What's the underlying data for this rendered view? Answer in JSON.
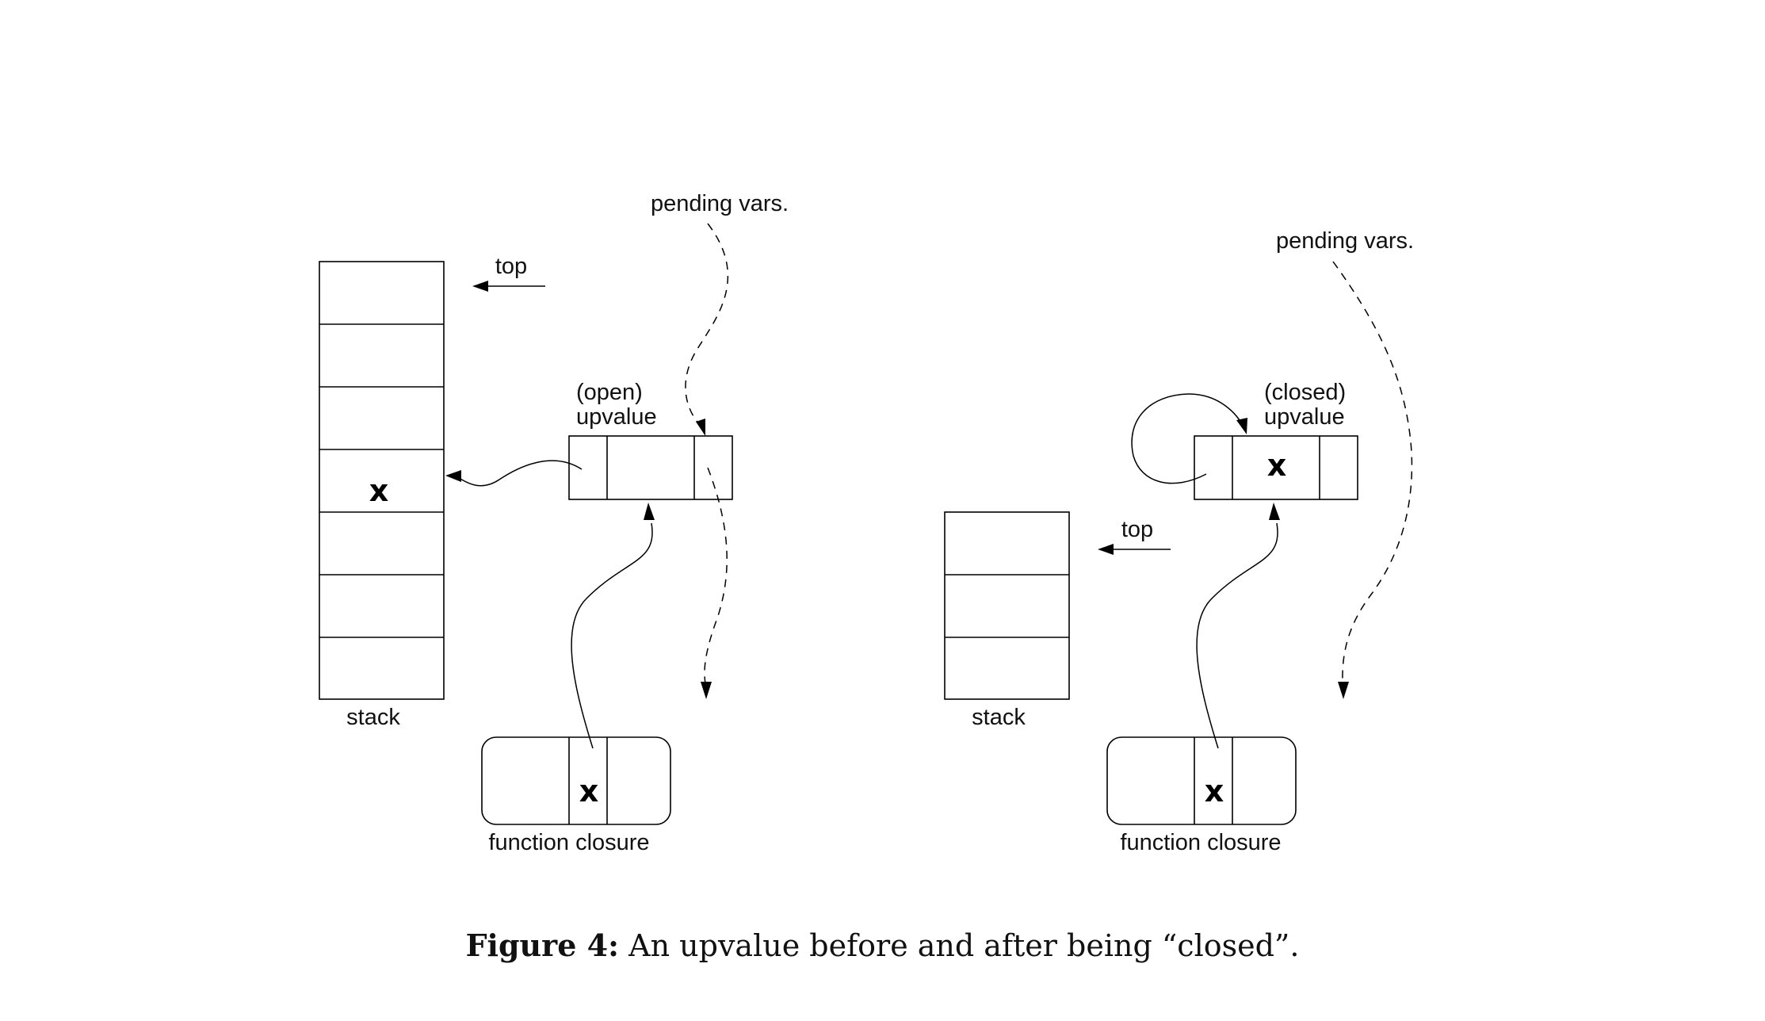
{
  "left_panel": {
    "stack_label": "stack",
    "top_label": "top",
    "pending_label": "pending vars.",
    "upvalue_state": "(open)",
    "upvalue_word": "upvalue",
    "stack_cell_value": "x",
    "closure_cell_value": "x",
    "closure_label": "function closure"
  },
  "right_panel": {
    "stack_label": "stack",
    "top_label": "top",
    "pending_label": "pending vars.",
    "upvalue_state": "(closed)",
    "upvalue_word": "upvalue",
    "upvalue_cell_value": "x",
    "closure_cell_value": "x",
    "closure_label": "function closure"
  },
  "caption": {
    "figure_label": "Figure 4:",
    "text": "An upvalue before and after being “closed”."
  }
}
